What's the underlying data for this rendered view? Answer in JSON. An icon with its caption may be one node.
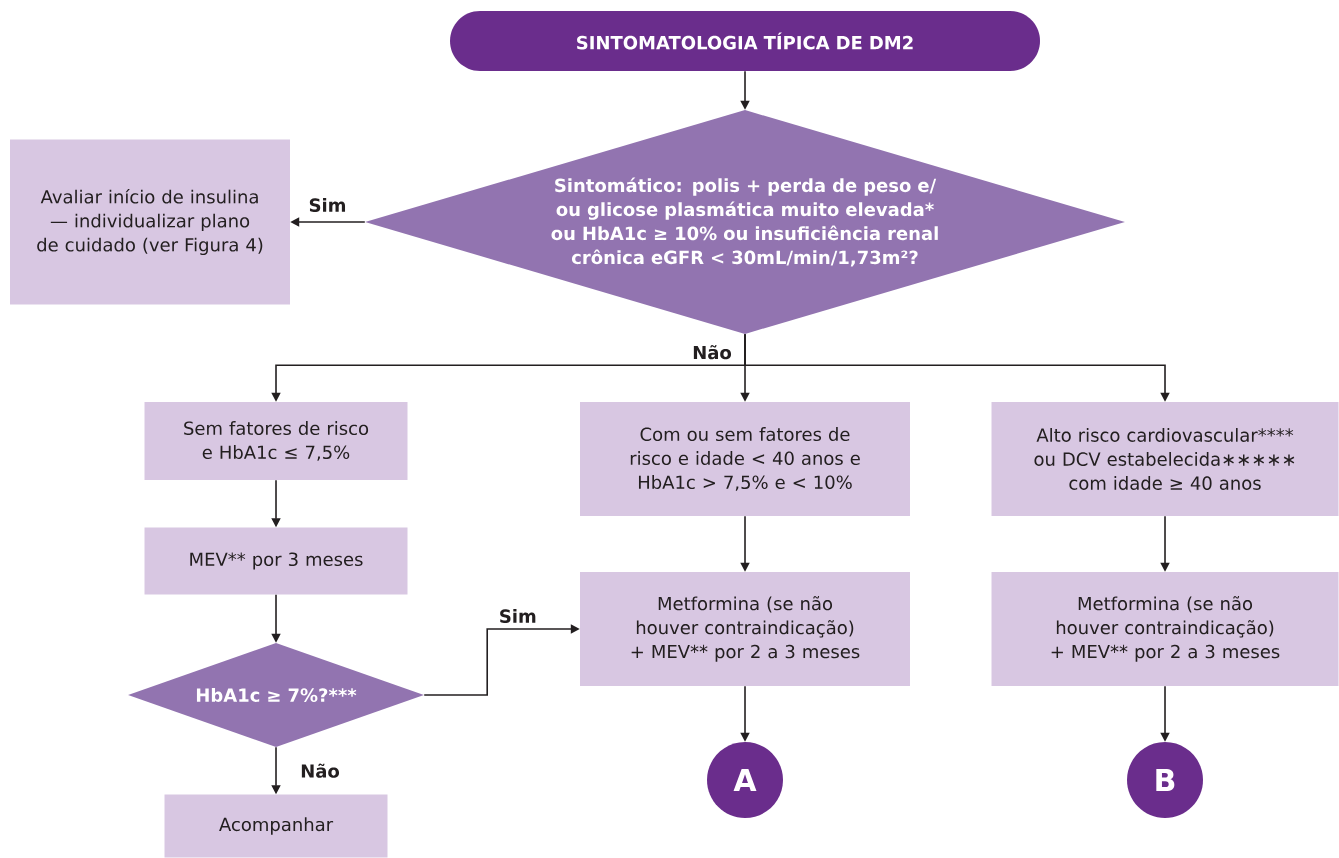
{
  "diagram": {
    "nodes": [
      {
        "text": [
          "SINTOMATOLOGIA TÍPICA DE DM2"
        ]
      },
      {
        "text": [
          "Sintomático: polis + perda de peso e/ ou glicose plasmática muito elevada* ou HbA1c ≥ 10% ou insuficiência renal crônica eGFR < 30mL/min/1,73m²?"
        ]
      },
      {
        "text": [
          "Avaliar início de insulina — individualizar plano de cuidado (ver Figura 4)"
        ]
      },
      {
        "text": [
          "Sem fatores de risco e HbA1c ≤ 7,5%"
        ]
      },
      {
        "text": [
          "Com ou sem fatores de risco e idade < 40 anos e HbA1c > 7,5% e < 10%"
        ]
      },
      {
        "text": [
          "Alto risco cardiovascular**** ou DCV estabelecida∗∗∗∗∗ com idade ≥ 40 anos"
        ]
      },
      {
        "text": [
          "MEV** por 3 meses"
        ]
      },
      {
        "text": [
          "HbA1c ≥ 7%?***"
        ]
      },
      {
        "text": [
          "Metformina (se não houver contraindicação) + MEV** por 2 a 3 meses"
        ]
      },
      {
        "text": [
          "Metformina (se não houver contraindicação) + MEV** por 2 a 3 meses"
        ]
      },
      {
        "text": [
          "Acompanhar"
        ]
      },
      {
        "text": [
          "A"
        ]
      },
      {
        "text": [
          "B"
        ]
      }
    ],
    "edges": [
      {
        "from": 0,
        "to": 1,
        "arrow": "to"
      },
      {
        "from": 1,
        "to": 2,
        "arrow": "to",
        "label": "Sim"
      },
      {
        "from": 1,
        "to": 3,
        "arrow": "to"
      },
      {
        "from": 1,
        "to": 4,
        "arrow": "to",
        "label": "Não"
      },
      {
        "from": 1,
        "to": 5,
        "arrow": "to"
      },
      {
        "from": 3,
        "to": 6,
        "arrow": "to"
      },
      {
        "from": 6,
        "to": 7,
        "arrow": "to"
      },
      {
        "from": 7,
        "to": 8,
        "arrow": "to",
        "label": "Sim"
      },
      {
        "from": 7,
        "to": 10,
        "arrow": "to",
        "label": "Não"
      },
      {
        "from": 4,
        "to": 8,
        "arrow": "to"
      },
      {
        "from": 8,
        "to": 11,
        "arrow": "to"
      },
      {
        "from": 5,
        "to": 9,
        "arrow": "to"
      },
      {
        "from": 9,
        "to": 12,
        "arrow": "to"
      }
    ]
  }
}
